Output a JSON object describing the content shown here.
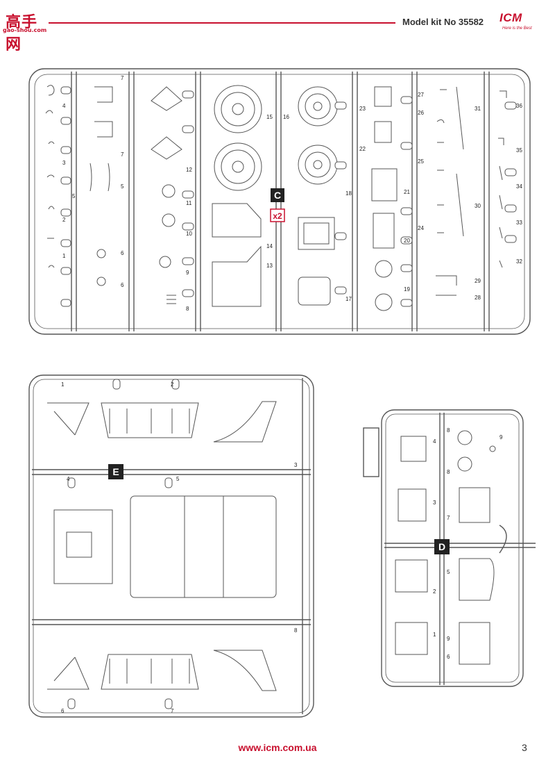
{
  "header": {
    "watermark_text": "高手网",
    "watermark_sub": "gao-shou.com",
    "kit_label": "Model kit No 35582",
    "brand": "ICM",
    "brand_tagline": "Here is the Best"
  },
  "sprues": {
    "c": {
      "letter": "C",
      "multiplier": "x2",
      "part_numbers": [
        "1",
        "2",
        "3",
        "4",
        "5",
        "5",
        "6",
        "6",
        "7",
        "7",
        "8",
        "9",
        "10",
        "11",
        "12",
        "13",
        "14",
        "15",
        "16",
        "17",
        "18",
        "19",
        "20",
        "21",
        "22",
        "23",
        "24",
        "25",
        "26",
        "27",
        "28",
        "29",
        "30",
        "31",
        "32",
        "33",
        "34",
        "35",
        "36"
      ]
    },
    "e": {
      "letter": "E",
      "part_numbers": [
        "1",
        "2",
        "3",
        "4",
        "5",
        "6",
        "7",
        "8"
      ]
    },
    "d": {
      "letter": "D",
      "part_numbers": [
        "1",
        "2",
        "3",
        "4",
        "5",
        "6",
        "7",
        "8",
        "8",
        "9",
        "9"
      ]
    }
  },
  "footer": {
    "url": "www.icm.com.ua",
    "page_number": "3"
  }
}
